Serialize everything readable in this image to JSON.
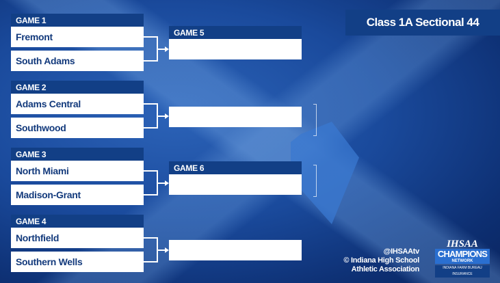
{
  "title": "Class 1A Sectional 44",
  "games": [
    {
      "label": "GAME 1",
      "teams": [
        "Fremont",
        "South Adams"
      ]
    },
    {
      "label": "GAME 2",
      "teams": [
        "Adams Central",
        "Southwood"
      ]
    },
    {
      "label": "GAME 3",
      "teams": [
        "North Miami",
        "Madison-Grant"
      ]
    },
    {
      "label": "GAME 4",
      "teams": [
        "Northfield",
        "Southern Wells"
      ]
    }
  ],
  "round2": [
    {
      "label": "GAME 5",
      "team": ""
    },
    {
      "label": "",
      "team": ""
    },
    {
      "label": "GAME 6",
      "team": ""
    },
    {
      "label": "",
      "team": ""
    }
  ],
  "credits": {
    "handle": "@IHSAAtv",
    "line1": "© Indiana High School",
    "line2": "Athletic Association"
  },
  "logo": {
    "top": "IHSAA",
    "main": "CHAMPIONS",
    "sub": "NETWORK",
    "sponsor": "INDIANA FARM BUREAU INSURANCE"
  }
}
